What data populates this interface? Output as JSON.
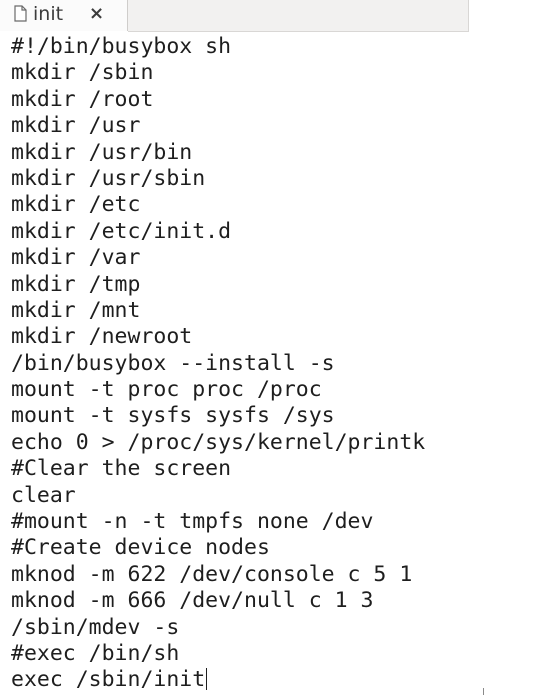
{
  "tab": {
    "icon": "file-icon",
    "title": "init",
    "close_label": "×"
  },
  "editor": {
    "lines": [
      "#!/bin/busybox sh",
      "mkdir /sbin",
      "mkdir /root",
      "mkdir /usr",
      "mkdir /usr/bin",
      "mkdir /usr/sbin",
      "mkdir /etc",
      "mkdir /etc/init.d",
      "mkdir /var",
      "mkdir /tmp",
      "mkdir /mnt",
      "mkdir /newroot",
      "/bin/busybox --install -s",
      "mount -t proc proc /proc",
      "mount -t sysfs sysfs /sys",
      "echo 0 > /proc/sys/kernel/printk",
      "#Clear the screen",
      "clear",
      "#mount -n -t tmpfs none /dev",
      "#Create device nodes",
      "mknod -m 622 /dev/console c 5 1",
      "mknod -m 666 /dev/null c 1 3",
      "/sbin/mdev -s",
      "#exec /bin/sh",
      "exec /sbin/init"
    ]
  }
}
